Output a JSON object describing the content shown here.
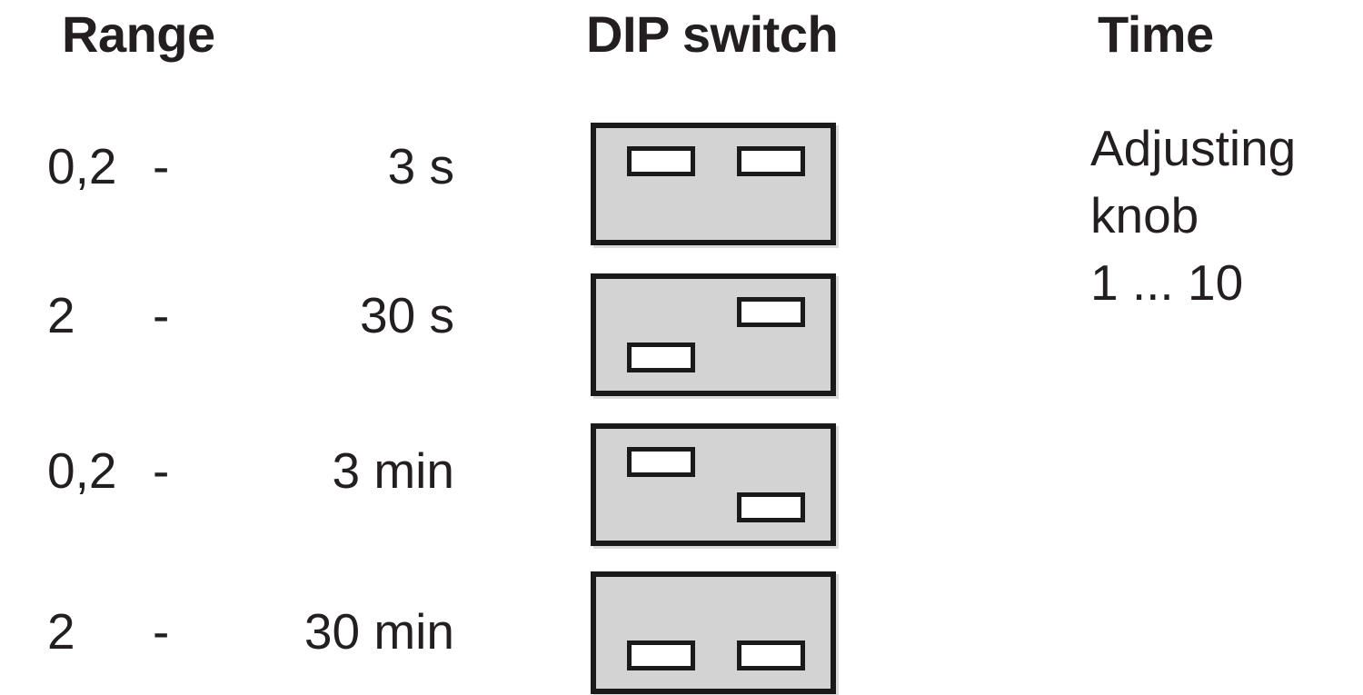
{
  "headers": {
    "range": "Range",
    "dip_switch": "DIP switch",
    "time": "Time"
  },
  "rows": [
    {
      "range_low": "0,2",
      "range_dash": "-",
      "range_high": "3 s",
      "switch_1": "up",
      "switch_2": "up"
    },
    {
      "range_low": "2",
      "range_dash": "-",
      "range_high": "30 s",
      "switch_1": "down",
      "switch_2": "up"
    },
    {
      "range_low": "0,2",
      "range_dash": "-",
      "range_high": "3 min",
      "switch_1": "up",
      "switch_2": "down"
    },
    {
      "range_low": "2",
      "range_dash": "-",
      "range_high": "30 min",
      "switch_1": "down",
      "switch_2": "down"
    }
  ],
  "time_column": {
    "line_1": "Adjusting",
    "line_2": "knob",
    "line_3": "1 ... 10"
  },
  "colors": {
    "text": "#231f20",
    "switch_body": "#d3d3d3",
    "switch_border": "#1a1a1a",
    "toggle_fill": "#ffffff",
    "background": "#ffffff"
  }
}
